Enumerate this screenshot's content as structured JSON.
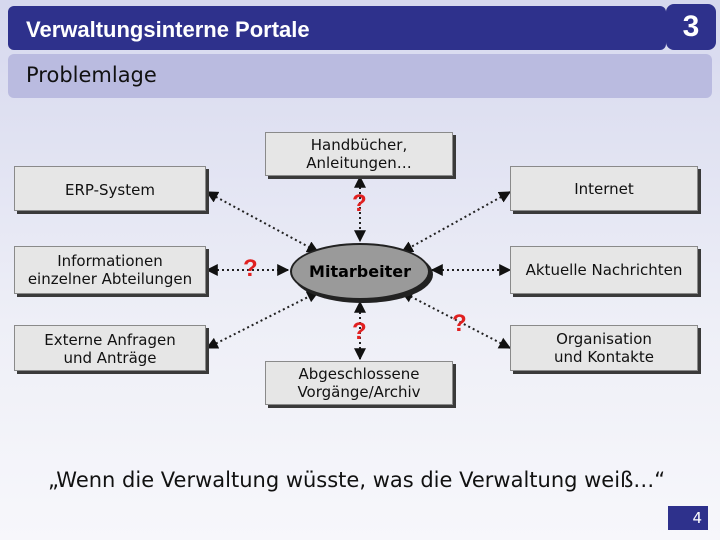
{
  "header": {
    "title": "Verwaltungsinterne Portale",
    "chapter": "3",
    "subtitle": "Problemlage"
  },
  "diagram": {
    "center": "Mitarbeiter",
    "nodes": {
      "handbuecher": "Handbücher,\nAnleitungen…",
      "erp": "ERP-System",
      "internet": "Internet",
      "abteilungen": "Informationen\neinzelner Abteilungen",
      "nachrichten": "Aktuelle Nachrichten",
      "anfragen": "Externe Anfragen\nund Anträge",
      "organisation": "Organisation\nund Kontakte",
      "archiv": "Abgeschlossene\nVorgänge/Archiv"
    },
    "question_mark": "?"
  },
  "quote": "„Wenn die Verwaltung wüsste, was die Verwaltung weiß…“",
  "footer": {
    "page": "4"
  },
  "colors": {
    "accent": "#2e318c",
    "subtitle_bar": "#babbe0",
    "question": "#e02020"
  }
}
